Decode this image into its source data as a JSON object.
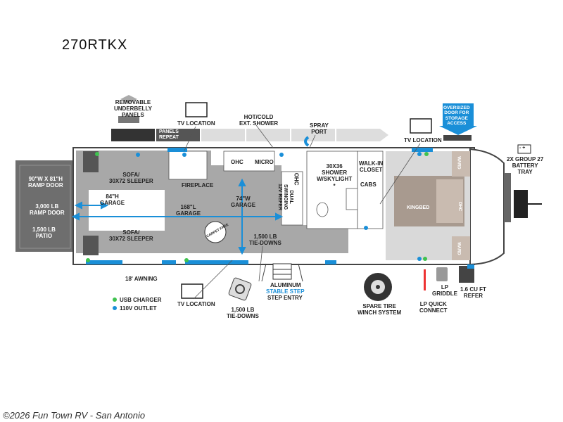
{
  "model": "270RTKX",
  "watermark": "©2026 Fun Town RV - San Antonio",
  "colors": {
    "usb": "#3fc24f",
    "outlet": "#1a8fd8",
    "floor": "#a9a9a9",
    "accent": "#1a8fd8"
  },
  "labels": {
    "removable_panels": "REMOVABLE\nUNDERBELLY\nPANELS",
    "panels_repeat": "PANELS\nREPEAT",
    "tv_location_top": "TV LOCATION",
    "shower_ext": "HOT/COLD\nEXT. SHOWER",
    "spray_port": "SPRAY\nPORT",
    "tv_location_right": "TV LOCATION",
    "oversized_door": "OVERSIZED\nDOOR FOR\nSTORAGE\nACCESS",
    "ramp_door_size": "90\"W x 81\"H\nRAMP DOOR",
    "ramp_door_lb": "3,000 LB\nRAMP DOOR",
    "patio": "1,500 LB\nPATIO",
    "sofa_top": "SOFA/\n30x72 SLEEPER",
    "garage_84": "84\"H\nGARAGE",
    "sofa_bottom": "SOFA/\n30x72 SLEEPER",
    "fireplace": "FIREPLACE",
    "garage_168": "168\"L\nGARAGE",
    "garage_74": "74\"W\nGARAGE",
    "ohc_1": "OHC",
    "micro": "MICRO",
    "ohc_2": "OHC",
    "refer": "DUAL\nSWINGING\n12V REFER",
    "tiedowns_inside": "1,500 LB\nTIE-DOWNS",
    "carpet_free": "CARPET FREE",
    "shower": "30x36\nSHOWER\nw/SKYLIGHT\n*",
    "walkin": "WALK-IN\nCLOSET",
    "cabs": "CABS",
    "kingbed": "KINGBED",
    "ward_top": "WARD",
    "ohc_3": "OHC",
    "ward_bottom": "WARD",
    "battery": "2X GROUP 27\nBATTERY\nTRAY",
    "awning": "18' AWNING",
    "tv_location_bottom": "TV LOCATION",
    "tiedowns_outside": "1,500 LB\nTIE-DOWNS",
    "aluminum": "ALUMINUM",
    "stable_step": "STABLE STEP",
    "step_entry": "STEP ENTRY",
    "spare_tire": "SPARE TIRE\nWINCH SYSTEM",
    "lp_quick": "LP QUICK\nCONNECT",
    "lp_griddle": "LP\nGRIDDLE",
    "refer_outside": "1.6 CU FT\nREFER",
    "battery_sign": "- +"
  },
  "legend": {
    "usb": "USB CHARGER",
    "outlet": "110V OUTLET"
  }
}
